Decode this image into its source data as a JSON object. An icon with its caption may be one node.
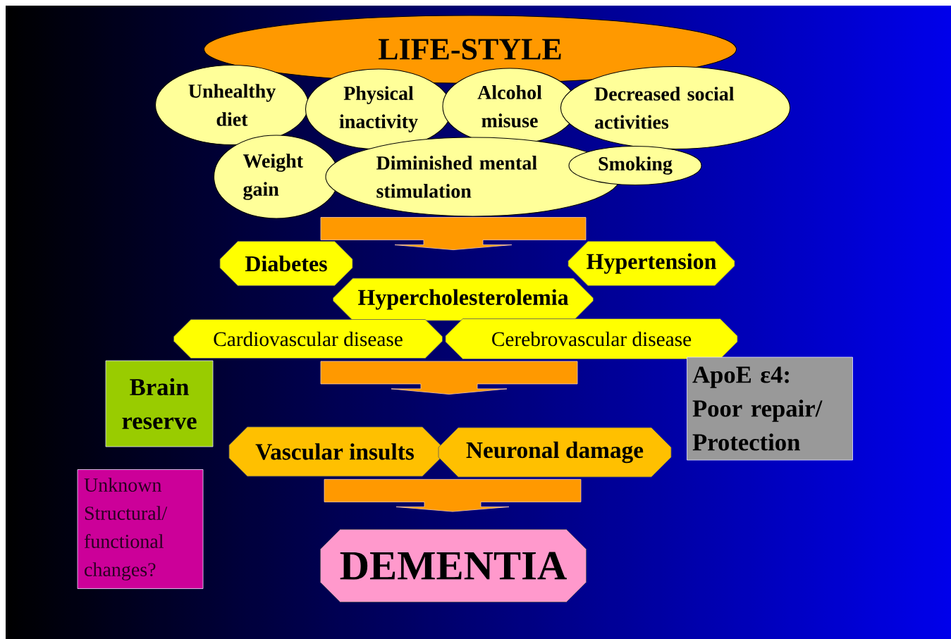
{
  "diagram": {
    "nodes": [
      {
        "text": [
          "LIFE-STYLE"
        ]
      },
      {
        "text": [
          "Unhealthy diet"
        ]
      },
      {
        "text": [
          "Physical inactivity"
        ]
      },
      {
        "text": [
          "Alcohol misuse"
        ]
      },
      {
        "text": [
          "Decreased social activities"
        ]
      },
      {
        "text": [
          "Weight gain"
        ]
      },
      {
        "text": [
          "Diminished mental stimulation"
        ]
      },
      {
        "text": [
          "Smoking"
        ]
      },
      {
        "text": [
          "Diabetes"
        ]
      },
      {
        "text": [
          "Hypertension"
        ]
      },
      {
        "text": [
          "Hypercholesterolemia"
        ]
      },
      {
        "text": [
          "Cardiovascular disease"
        ]
      },
      {
        "text": [
          "Cerebrovascular disease"
        ]
      },
      {
        "text": [
          "Brain reserve"
        ]
      },
      {
        "text": [
          "ApoE ε4: Poor repair/ Protection"
        ]
      },
      {
        "text": [
          "Vascular insults"
        ]
      },
      {
        "text": [
          "Neuronal damage"
        ]
      },
      {
        "text": [
          "Unknown Structural/ functional changes?"
        ]
      },
      {
        "text": [
          "DEMENTIA"
        ]
      }
    ],
    "edges": [
      {
        "from": 6,
        "to": 10,
        "arrow": "to"
      },
      {
        "from": 11,
        "to": 15,
        "arrow": "to"
      },
      {
        "from": 15,
        "to": 18,
        "arrow": "to"
      }
    ]
  }
}
